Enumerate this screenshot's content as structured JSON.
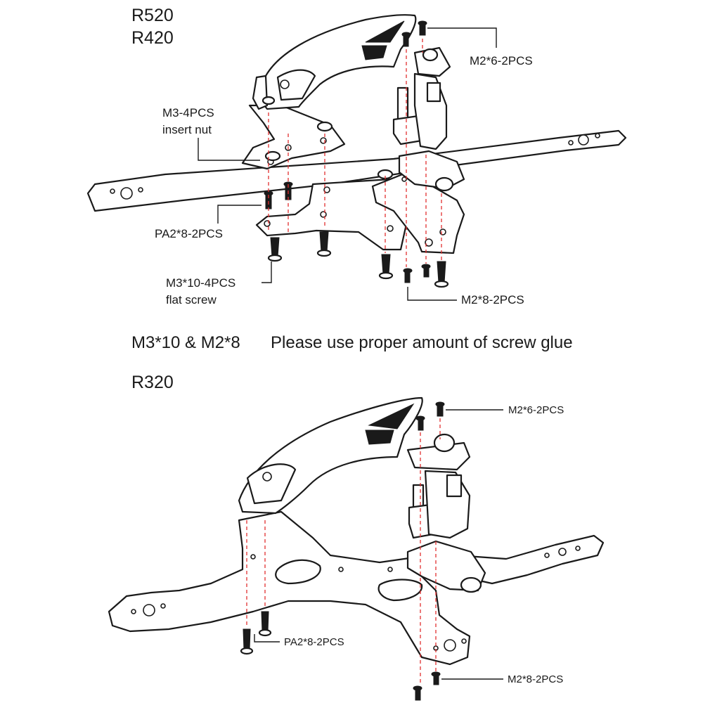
{
  "top_diagram": {
    "models": [
      "R520",
      "R420"
    ],
    "labels": {
      "m2x6": "M2*6-2PCS",
      "m3_nut_line1": "M3-4PCS",
      "m3_nut_line2": "insert nut",
      "pa2x8": "PA2*8-2PCS",
      "m3x10_line1": "M3*10-4PCS",
      "m3x10_line2": "flat screw",
      "m2x8": "M2*8-2PCS"
    }
  },
  "note": {
    "parts": "M3*10 & M2*8",
    "text": "Please use proper amount of screw glue"
  },
  "bottom_diagram": {
    "model": "R320",
    "labels": {
      "m2x6": "M2*6-2PCS",
      "pa2x8": "PA2*8-2PCS",
      "m2x8": "M2*8-2PCS"
    }
  },
  "colors": {
    "line": "#1a1a1a",
    "guide": "#e23030",
    "background": "#ffffff"
  }
}
